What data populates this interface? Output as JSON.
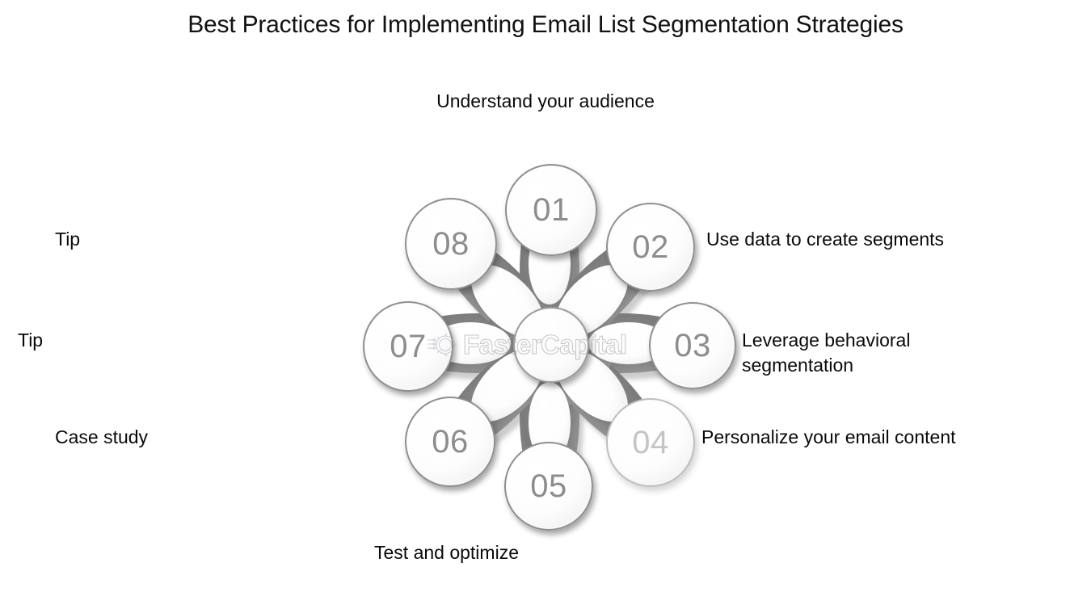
{
  "page": {
    "title": "Best Practices for Implementing Email List Segmentation Strategies",
    "background_color": "#ffffff",
    "text_color": "#0a0a0a",
    "node_color": "#8d8d8d",
    "accent_gray": "#757575"
  },
  "watermark": {
    "text": "FasterCapital",
    "icon": "gear-circuit-logo-icon"
  },
  "diagram": {
    "type": "circular-flower-infographic",
    "center_label": "",
    "nodes": [
      {
        "number": "01",
        "label": "Understand your audience",
        "position": "top",
        "faded": false
      },
      {
        "number": "02",
        "label": "Use data to create segments",
        "position": "top-right",
        "faded": false
      },
      {
        "number": "03",
        "label": "Leverage behavioral\nsegmentation",
        "position": "right",
        "faded": false
      },
      {
        "number": "04",
        "label": "Personalize your email content",
        "position": "bottom-right",
        "faded": true
      },
      {
        "number": "05",
        "label": "Test and optimize",
        "position": "bottom",
        "faded": false
      },
      {
        "number": "06",
        "label": "Case study",
        "position": "bottom-left",
        "faded": false
      },
      {
        "number": "07",
        "label": "Tip",
        "position": "left",
        "faded": false
      },
      {
        "number": "08",
        "label": "Tip",
        "position": "top-left",
        "faded": false
      }
    ]
  },
  "labels": {
    "top": "Understand your audience",
    "top_right": "Use data to create segments",
    "right": "Leverage behavioral\nsegmentation",
    "bottom_right": "Personalize your email content",
    "bottom": "Test and optimize",
    "bottom_left": "Case study",
    "left": "Tip",
    "top_left": "Tip"
  }
}
